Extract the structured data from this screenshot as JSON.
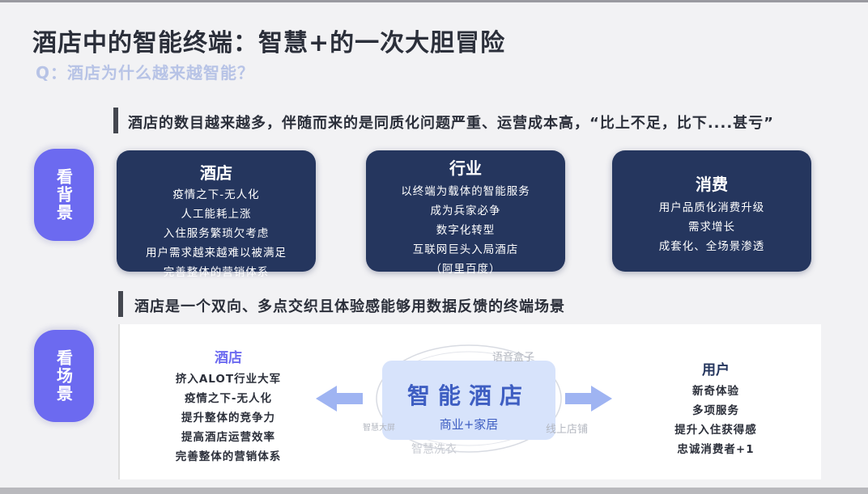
{
  "title": "酒店中的智能终端：智慧+的一次大胆冒险",
  "subtitle": "Q：酒店为什么越来越智能？",
  "section1": {
    "heading": "酒店的数目越来越多，伴随而来的是同质化问题严重、运营成本高，“比上不足，比下....甚亏”",
    "side_label": "看背景",
    "cards": [
      {
        "title": "酒店",
        "lines": [
          "疫情之下-无人化",
          "人工能耗上涨",
          "入住服务繁琐欠考虑",
          "用户需求越来越难以被满足",
          "完善整体的营销体系"
        ]
      },
      {
        "title": "行业",
        "lines": [
          "以终端为载体的智能服务",
          "成为兵家必争",
          "数字化转型",
          "互联网巨头入局酒店",
          "（阿里百度）"
        ]
      },
      {
        "title": "消费",
        "lines": [
          "用户品质化消费升级",
          "需求增长",
          "成套化、全场景渗透"
        ]
      }
    ]
  },
  "section2": {
    "heading": "酒店是一个双向、多点交织且体验感能够用数据反馈的终端场景",
    "side_label": "看场景",
    "hotel": {
      "title": "酒店",
      "lines": [
        "挤入ALOT行业大军",
        "疫情之下-无人化",
        "提升整体的竞争力",
        "提高酒店运营效率",
        "完善整体的营销体系"
      ]
    },
    "center": {
      "title": "智能酒店",
      "subtitle": "商业+家居"
    },
    "floating_labels": [
      "语音盒子",
      "智慧大屏",
      "线上店铺",
      "智慧洗衣"
    ],
    "user": {
      "title": "用户",
      "lines": [
        "新奇体验",
        "多项服务",
        "提升入住获得感",
        "忠诚消费者+1"
      ]
    }
  },
  "colors": {
    "card_bg": "#25365e",
    "pill_bg": "#6c6af0",
    "hotel_accent": "#6c6af0",
    "user_accent": "#25365e",
    "arrow": "#9fb4f2",
    "center_text": "#3e5ec2"
  }
}
